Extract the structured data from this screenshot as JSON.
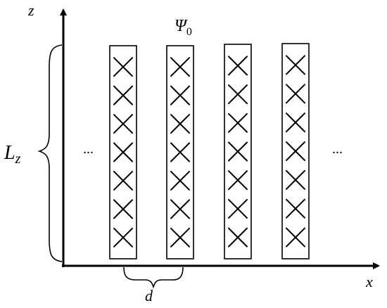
{
  "labels": {
    "z_axis": "z",
    "x_axis": "x",
    "psi": "Ψ",
    "psi_sub": "0",
    "lz_main": "L",
    "lz_sub": "z",
    "spacing": "d",
    "ellipsis_left": "...",
    "ellipsis_right": "..."
  },
  "rods": {
    "count": 4,
    "crosses_per_rod": 7
  }
}
